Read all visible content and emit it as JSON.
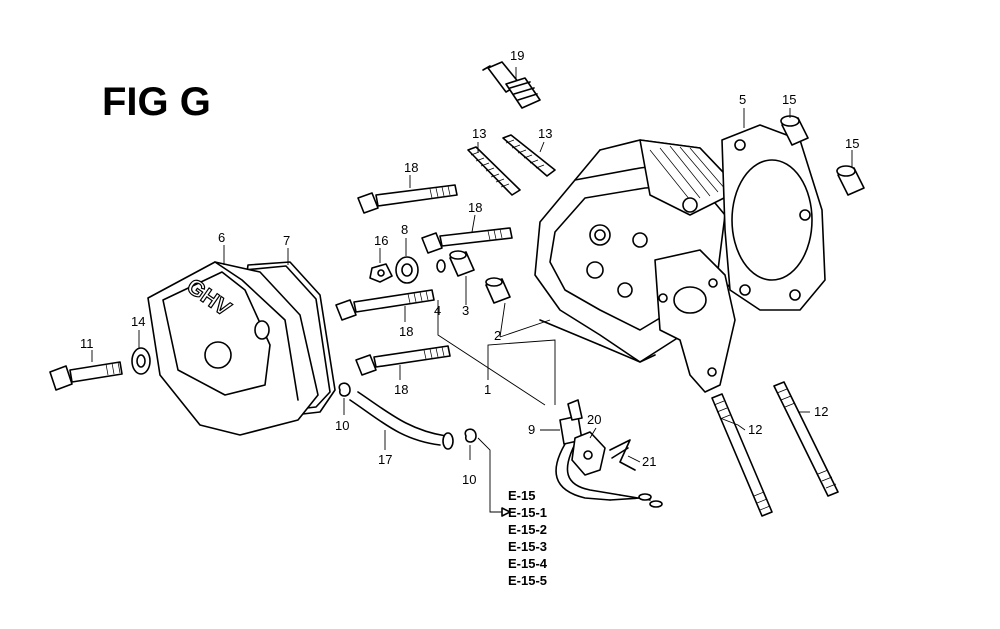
{
  "figure": {
    "title": "FIG G",
    "logo_text": "GHV"
  },
  "callouts": {
    "c1": "1",
    "c2": "2",
    "c3": "3",
    "c4": "4",
    "c5": "5",
    "c6": "6",
    "c7": "7",
    "c8": "8",
    "c9": "9",
    "c10a": "10",
    "c10b": "10",
    "c11": "11",
    "c12a": "12",
    "c12b": "12",
    "c13a": "13",
    "c13b": "13",
    "c14": "14",
    "c15a": "15",
    "c15b": "15",
    "c16": "16",
    "c17": "17",
    "c18a": "18",
    "c18b": "18",
    "c18c": "18",
    "c18d": "18",
    "c19": "19",
    "c20": "20",
    "c21": "21"
  },
  "references": [
    "E-15",
    "E-15-1",
    "E-15-2",
    "E-15-3",
    "E-15-4",
    "E-15-5"
  ]
}
